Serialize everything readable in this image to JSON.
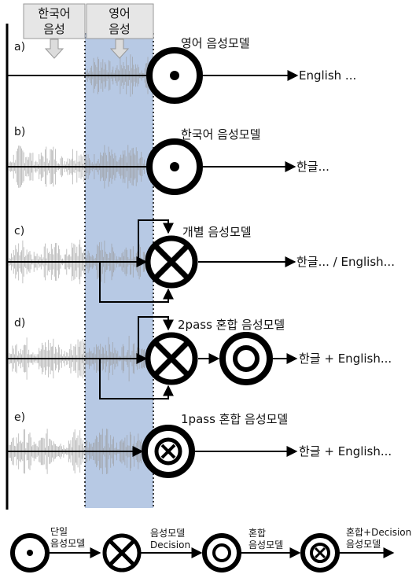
{
  "header_boxes": {
    "korean": {
      "line1": "한국어",
      "line2": "음성"
    },
    "english": {
      "line1": "영어",
      "line2": "음성"
    }
  },
  "rows": [
    {
      "id": "a",
      "label": "a)",
      "model": "영어 음성모델",
      "output": "English ...",
      "symbol": "dot-circle-icon"
    },
    {
      "id": "b",
      "label": "b)",
      "model": "한국어 음성모델",
      "output": "한글...",
      "symbol": "dot-circle-icon"
    },
    {
      "id": "c",
      "label": "c)",
      "model": "개별 음성모델",
      "output": "한글... / English...",
      "symbol": "x-circle-icon"
    },
    {
      "id": "d",
      "label": "d)",
      "model": "2pass 혼합 음성모델",
      "output": "한글 + English...",
      "symbol": "x-circle-icon"
    },
    {
      "id": "e",
      "label": "e)",
      "model": "1pass 혼합 음성모델",
      "output": "한글 + English...",
      "symbol": "target-x-icon"
    }
  ],
  "legend": [
    {
      "line1": "단일",
      "line2": "음성모델",
      "symbol": "dot-circle-icon"
    },
    {
      "line1": "음성모델",
      "line2": "Decision",
      "symbol": "x-circle-icon"
    },
    {
      "line1": "혼합",
      "line2": "음성모델",
      "symbol": "double-ring-icon"
    },
    {
      "line1": "혼합+Decision",
      "line2": "음성모델",
      "symbol": "target-x-icon"
    }
  ],
  "colors": {
    "highlight_band": "#b7c9e4",
    "waveform": "#9a9a9a",
    "line": "#000000",
    "header_box": "#e6e6e6"
  }
}
